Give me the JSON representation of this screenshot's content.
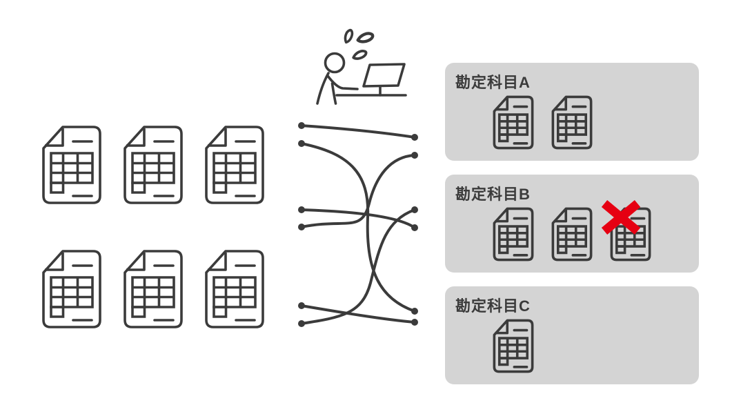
{
  "palette": {
    "bg": "#ffffff",
    "ink": "#3b3b3b",
    "box-bg": "#d4d4d4",
    "cross": "#e60012"
  },
  "left_documents": {
    "icon": "spreadsheet-document-icon",
    "count": 6,
    "rows": 2,
    "columns": 3
  },
  "person": {
    "icon": "stressed-person-at-computer-icon",
    "sweat_drops": 3
  },
  "connections": {
    "left_endpoints": 6,
    "right_endpoints": 6,
    "pairs": [
      [
        1,
        1
      ],
      [
        2,
        5
      ],
      [
        3,
        4
      ],
      [
        4,
        2
      ],
      [
        5,
        6
      ],
      [
        6,
        3
      ]
    ]
  },
  "categories": [
    {
      "label": "勘定科目A",
      "documents": 2,
      "crossed_out_index": null
    },
    {
      "label": "勘定科目B",
      "documents": 3,
      "crossed_out_index": 3
    },
    {
      "label": "勘定科目C",
      "documents": 1,
      "crossed_out_index": null
    }
  ]
}
